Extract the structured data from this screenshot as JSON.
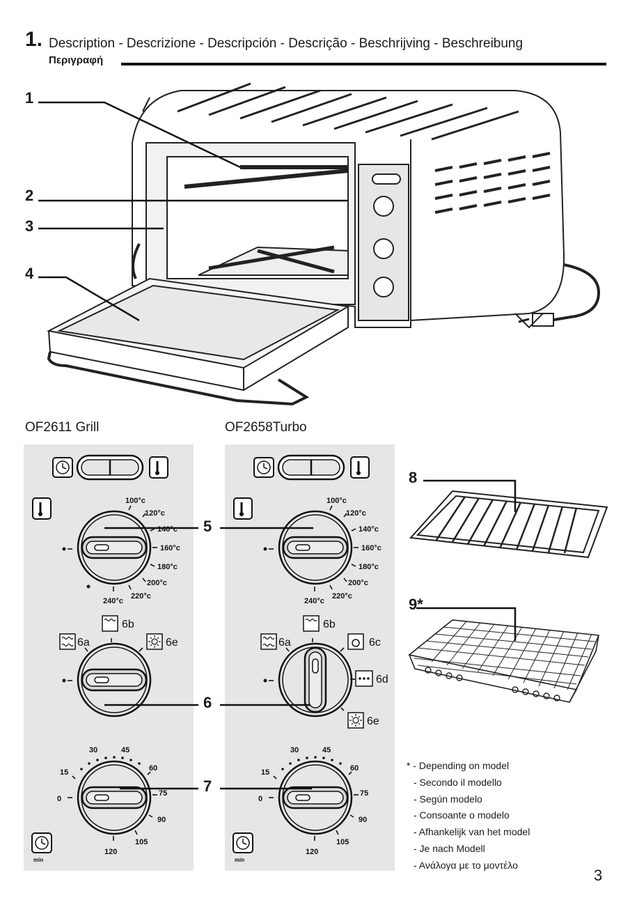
{
  "header": {
    "section_number": "1.",
    "languages": "Description - Descrizione - Descripción - Descrição - Beschrijving - Beschreibung",
    "greek": "Περιγραφή"
  },
  "oven_callouts": [
    "1",
    "2",
    "3",
    "4"
  ],
  "models": {
    "left": "OF2611 Grill",
    "right": "OF2658Turbo"
  },
  "callouts": {
    "c5": "5",
    "c6": "6",
    "c7": "7",
    "c8": "8",
    "c9": "9*"
  },
  "temperature_dial": {
    "labels": [
      "100°c",
      "120°c",
      "140°c",
      "160°c",
      "180°c",
      "200°c",
      "220°c",
      "240°c"
    ]
  },
  "function_dial_left": {
    "labels": [
      "6a",
      "6b",
      "6e"
    ]
  },
  "function_dial_right": {
    "labels": [
      "6a",
      "6b",
      "6c",
      "6d",
      "6e"
    ]
  },
  "timer_dial": {
    "labels": [
      "0",
      "15",
      "30",
      "45",
      "60",
      "75",
      "90",
      "105",
      "120"
    ],
    "unit": "min"
  },
  "icons": [
    "clock-icon",
    "thermometer-icon",
    "grill-top-icon",
    "grill-bottom-icon",
    "light-icon",
    "turbo-fan-icon",
    "dots-icon"
  ],
  "footnote": {
    "star": "*",
    "lines": [
      "- Depending on model",
      "- Secondo il modello",
      "- Según modelo",
      "- Consoante o modelo",
      "- Afhankelijk van het model",
      "- Je nach Modell",
      "- Ανάλογα  με το μοντέλο"
    ]
  },
  "page_number": "3"
}
